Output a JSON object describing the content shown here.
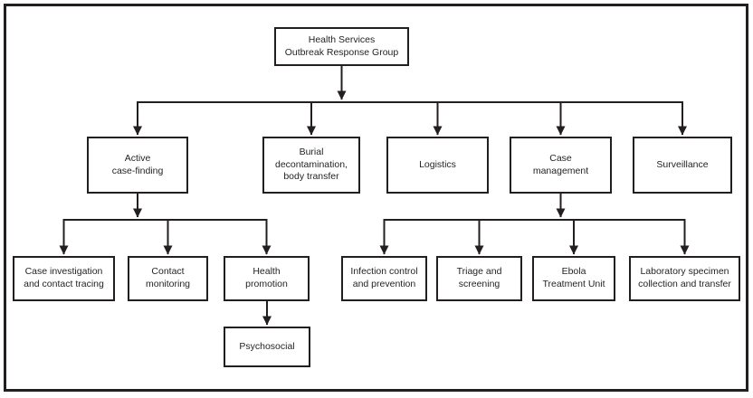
{
  "figure": {
    "title": "Health Services Outbreak Response Group organizational flow chart",
    "ink_color": "#231f20",
    "background_color": "#ffffff"
  },
  "nodes": {
    "root": {
      "label": "Health Services\nOutbreak Response Group"
    },
    "active_case_finding": {
      "label": "Active\ncase-finding"
    },
    "burial": {
      "label": "Burial\ndecontamination,\nbody transfer"
    },
    "logistics": {
      "label": "Logistics"
    },
    "case_management": {
      "label": "Case\nmanagement"
    },
    "surveillance": {
      "label": "Surveillance"
    },
    "case_investigation": {
      "label": "Case investigation\nand contact tracing"
    },
    "contact_monitoring": {
      "label": "Contact\nmonitoring"
    },
    "health_promotion": {
      "label": "Health\npromotion"
    },
    "psychosocial": {
      "label": "Psychosocial"
    },
    "infection_control": {
      "label": "Infection control\nand prevention"
    },
    "triage": {
      "label": "Triage and\nscreening"
    },
    "ebola_treatment_unit": {
      "label": "Ebola\nTreatment Unit"
    },
    "laboratory": {
      "label": "Laboratory specimen\ncollection and transfer"
    }
  },
  "hierarchy": {
    "Health Services Outbreak Response Group": [
      "Active case-finding",
      "Burial decontamination, body transfer",
      "Logistics",
      "Case management",
      "Surveillance"
    ],
    "Active case-finding": [
      "Case investigation and contact tracing",
      "Contact monitoring",
      "Health promotion"
    ],
    "Health promotion": [
      "Psychosocial"
    ],
    "Case management": [
      "Infection control and prevention",
      "Triage and screening",
      "Ebola Treatment Unit",
      "Laboratory specimen collection and transfer"
    ]
  }
}
